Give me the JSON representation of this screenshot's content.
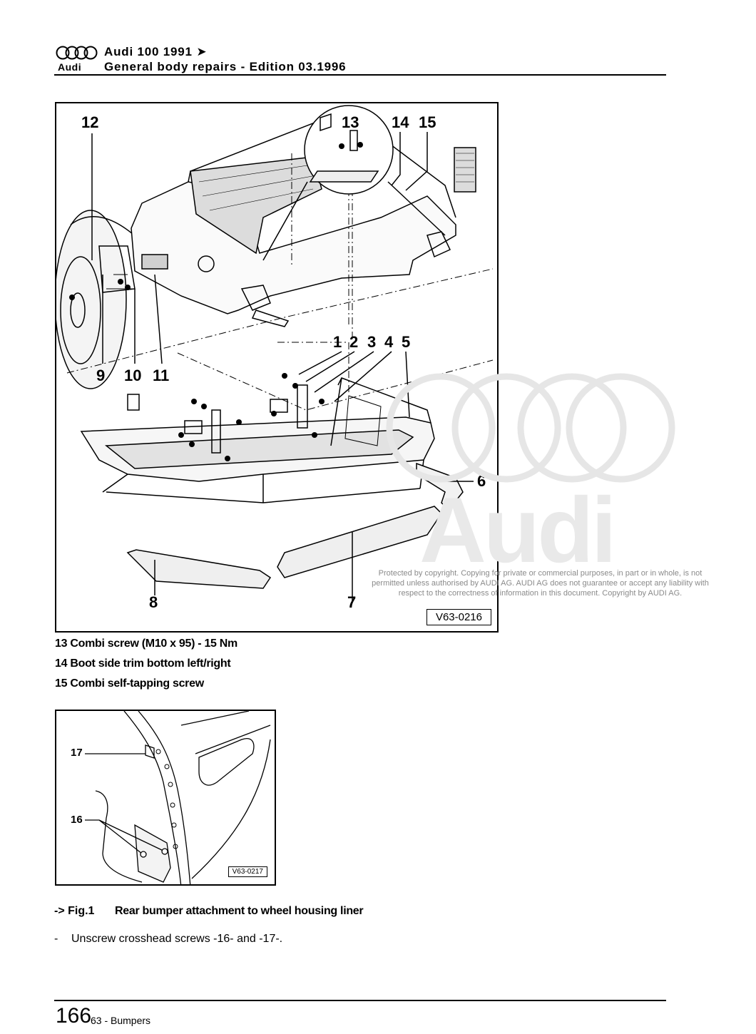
{
  "header": {
    "brand": "Audi",
    "model_line": "Audi 100 1991 ➤",
    "manual_line": "General body repairs - Edition 03.1996"
  },
  "figure1": {
    "reference": "V63-0216",
    "callouts": [
      "1",
      "2",
      "3",
      "4",
      "5",
      "6",
      "7",
      "8",
      "9",
      "10",
      "11",
      "12",
      "13",
      "14",
      "15"
    ]
  },
  "watermark": {
    "word": "Audi",
    "notice": "Protected by copyright. Copying for private or commercial purposes, in part or in whole, is not permitted unless authorised by AUDI AG. AUDI AG does not guarantee or accept any liability with respect to the correctness of information in this document. Copyright by AUDI AG."
  },
  "legend": [
    "13 Combi screw (M10 x 95) - 15 Nm",
    "14 Boot side trim bottom left/right",
    "15 Combi self-tapping screw"
  ],
  "figure2": {
    "reference": "V63-0217",
    "callouts": [
      "17",
      "16"
    ]
  },
  "caption": {
    "label": "-> Fig.1",
    "text": "Rear bumper attachment to wheel housing liner"
  },
  "step": {
    "bullet": "-",
    "text": "Unscrew crosshead screws -16- and -17-."
  },
  "footer": {
    "page_number": "166",
    "section": "63 - Bumpers"
  }
}
